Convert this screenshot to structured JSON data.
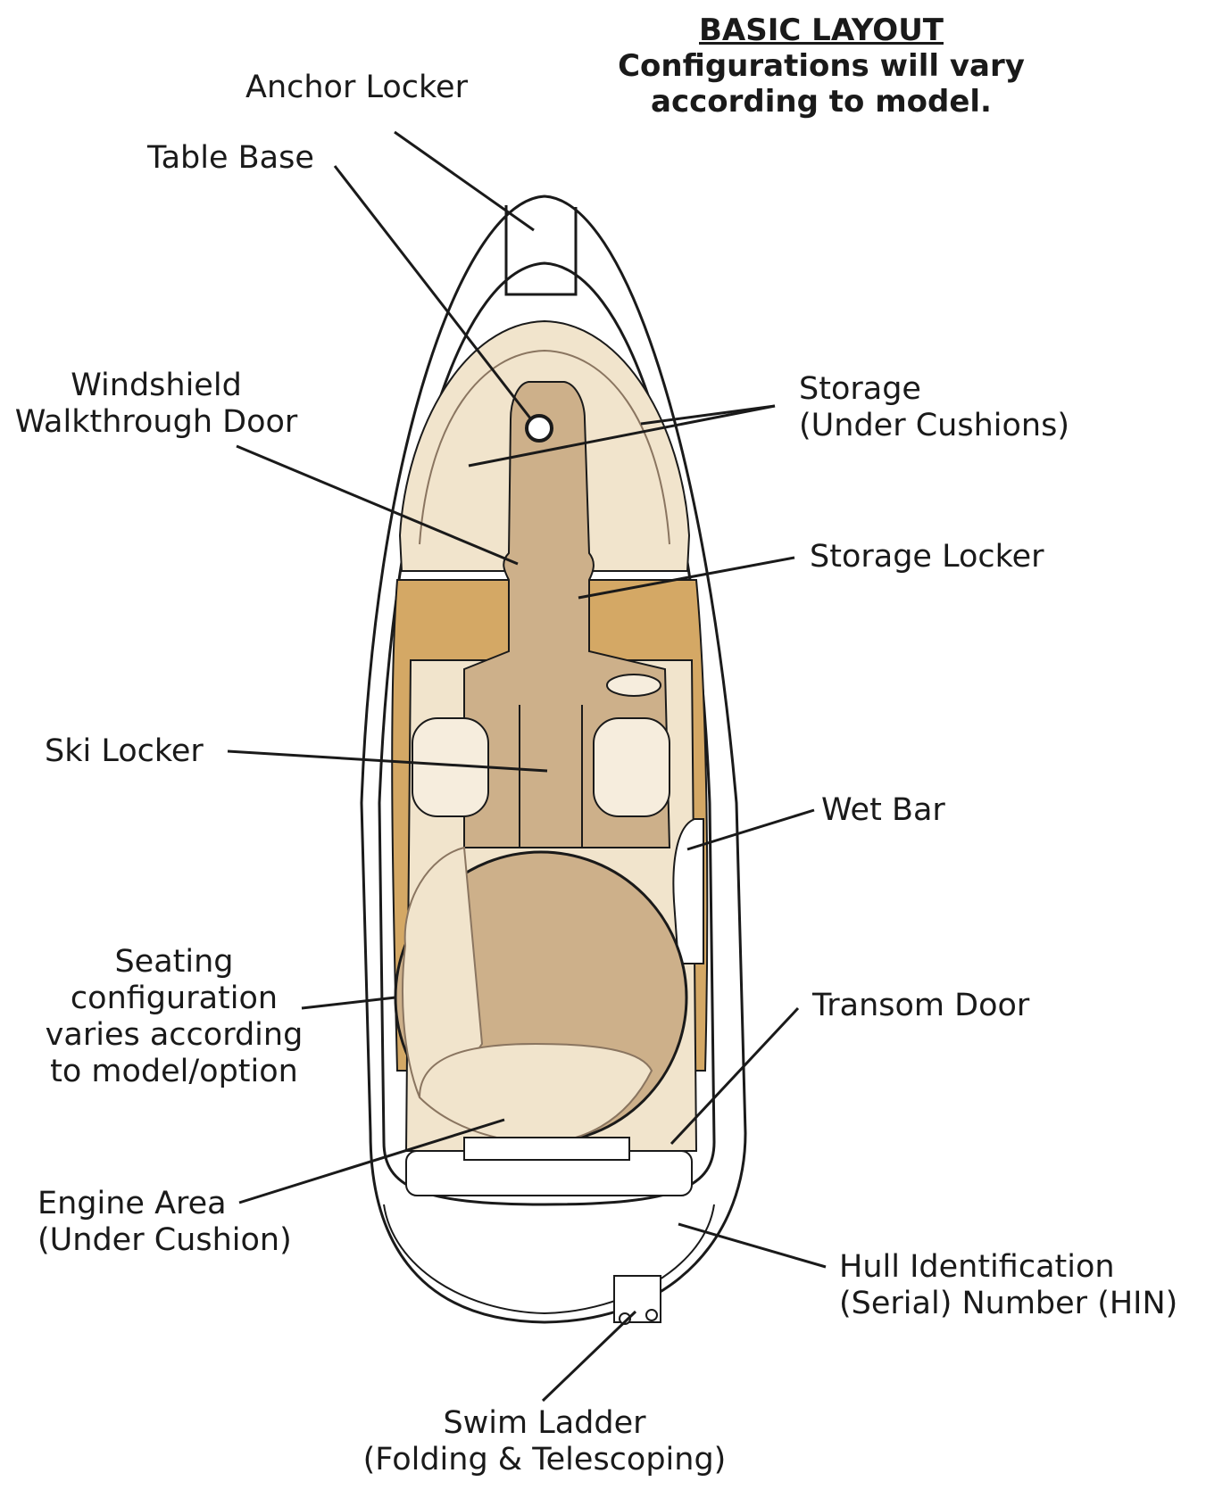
{
  "header": {
    "title": "BASIC LAYOUT",
    "subtitle_1": "Configurations will vary",
    "subtitle_2": "according to model."
  },
  "labels": {
    "anchor_locker": "Anchor Locker",
    "table_base": "Table Base",
    "windshield_1": "Windshield",
    "windshield_2": "Walkthrough Door",
    "storage_1": "Storage",
    "storage_2": "(Under Cushions)",
    "storage_locker": "Storage Locker",
    "ski_locker": "Ski Locker",
    "wet_bar": "Wet Bar",
    "seating_1": "Seating",
    "seating_2": "configuration",
    "seating_3": "varies according",
    "seating_4": "to model/option",
    "transom_door": "Transom Door",
    "engine_1": "Engine Area",
    "engine_2": "(Under Cushion)",
    "hin_1": "Hull Identification",
    "hin_2": "(Serial) Number (HIN)",
    "swim_1": "Swim Ladder",
    "swim_2": "(Folding & Telescoping)"
  },
  "colors": {
    "outline": "#1a1a1a",
    "cream": "#f1e4cc",
    "tan": "#cdb08a",
    "gold": "#d4a865",
    "light_cream": "#f6eddd"
  }
}
